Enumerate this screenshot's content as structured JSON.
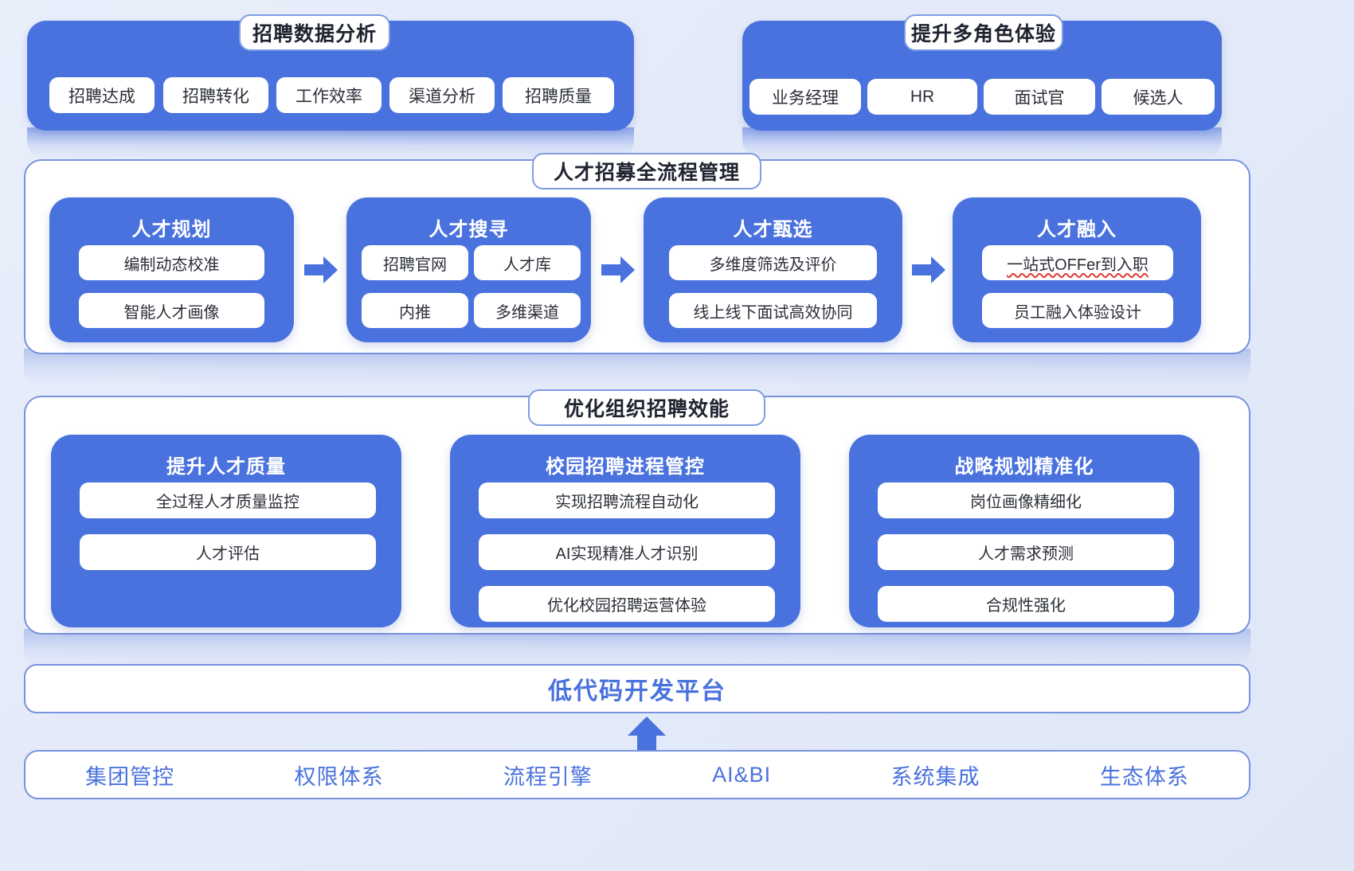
{
  "theme": {
    "brand_blue": "#4a72de",
    "panel_border": "#7792df",
    "page_bg": "#e6ecf9",
    "chip_bg": "#ffffff",
    "text_dark": "#2b2f38"
  },
  "top_row": [
    {
      "title": "招聘数据分析",
      "chips": [
        "招聘达成",
        "招聘转化",
        "工作效率",
        "渠道分析",
        "招聘质量"
      ]
    },
    {
      "title": "提升多角色体验",
      "chips": [
        "业务经理",
        "HR",
        "面试官",
        "候选人"
      ]
    }
  ],
  "process": {
    "title": "人才招募全流程管理",
    "stages": [
      {
        "name": "人才规划",
        "items": [
          [
            "编制动态校准"
          ],
          [
            "智能人才画像"
          ]
        ]
      },
      {
        "name": "人才搜寻",
        "items": [
          [
            "招聘官网",
            "人才库"
          ],
          [
            "内推",
            "多维渠道"
          ]
        ]
      },
      {
        "name": "人才甄选",
        "items": [
          [
            "多维度筛选及评价"
          ],
          [
            "线上线下面试高效协同"
          ]
        ]
      },
      {
        "name": "人才融入",
        "items": [
          [
            "一站式OFFer到入职"
          ],
          [
            "员工融入体验设计"
          ]
        ]
      }
    ],
    "arrow_icon": "arrow-right-icon"
  },
  "optimize": {
    "title": "优化组织招聘效能",
    "columns": [
      {
        "name": "提升人才质量",
        "items": [
          "全过程人才质量监控",
          "人才评估"
        ]
      },
      {
        "name": "校园招聘进程管控",
        "items": [
          "实现招聘流程自动化",
          "AI实现精准人才识别",
          "优化校园招聘运营体验"
        ]
      },
      {
        "name": "战略规划精准化",
        "items": [
          "岗位画像精细化",
          "人才需求预测",
          "合规性强化"
        ]
      }
    ]
  },
  "platform": {
    "label": "低代码开发平台",
    "arrow_icon": "arrow-up-icon"
  },
  "foundation": {
    "items": [
      "集团管控",
      "权限体系",
      "流程引擎",
      "AI&BI",
      "系统集成",
      "生态体系"
    ]
  }
}
